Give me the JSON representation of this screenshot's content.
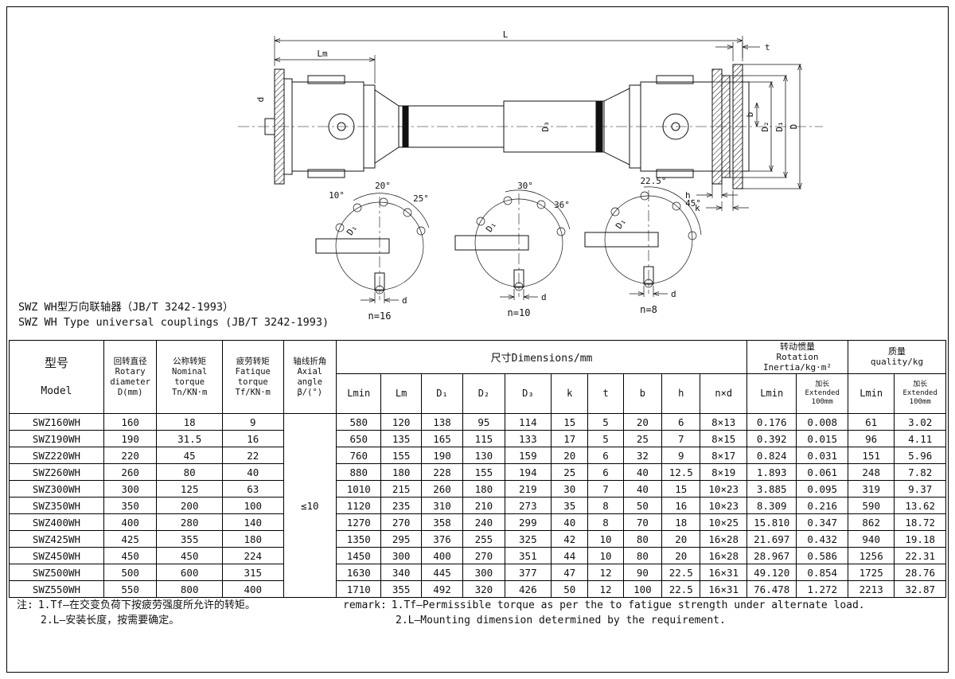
{
  "page": {
    "title_cn": "SWZ WH型万向联轴器（JB/T 3242-1993）",
    "title_en": "SWZ WH Type universal couplings (JB/T 3242-1993)"
  },
  "drawing": {
    "dims": {
      "L": "L",
      "Lm": "Lm",
      "t": "t",
      "b": "b",
      "h": "h",
      "k": "k",
      "d": "d",
      "D": "D",
      "D1": "D₁",
      "D2": "D₂",
      "D3": "D₃"
    },
    "views": [
      {
        "caption": "n=16",
        "angles": [
          "10°",
          "20°",
          "25°"
        ],
        "dia_label": "D₁",
        "hole_label": "d"
      },
      {
        "caption": "n=10",
        "angles": [
          "30°",
          "36°"
        ],
        "dia_label": "D₁",
        "hole_label": "d"
      },
      {
        "caption": "n=8",
        "angles": [
          "22.5°",
          "45°"
        ],
        "dia_label": "D₁",
        "hole_label": "d"
      }
    ]
  },
  "table": {
    "headers": {
      "model_cn": "型号",
      "model_en": "Model",
      "rotary": "回转直径\nRotary\ndiameter\nD(mm)",
      "nominal": "公称转矩\nNominal\ntorque\nTn/KN·m",
      "fatigue": "疲劳转矩\nFatique\ntorque\nTf/KN·m",
      "axial": "轴线折角\nAxial angle\nβ/(°)",
      "dims_group": "尺寸Dimensions/mm",
      "inertia_group": "转动惯量\nRotation Inertia/kg·m²",
      "quality_group": "质量\nquality/kg"
    },
    "dim_subs": [
      "Lmin",
      "Lm",
      "D₁",
      "D₂",
      "D₃",
      "k",
      "t",
      "b",
      "h",
      "n×d"
    ],
    "sub_lmin": "Lmin",
    "sub_extended": "加长\nExtended\n100mm",
    "beta_value": "≤10",
    "rows": [
      [
        "SWZ160WH",
        "160",
        "18",
        "9",
        "580",
        "120",
        "138",
        "95",
        "114",
        "15",
        "5",
        "20",
        "6",
        "8×13",
        "0.176",
        "0.008",
        "61",
        "3.02"
      ],
      [
        "SWZ190WH",
        "190",
        "31.5",
        "16",
        "650",
        "135",
        "165",
        "115",
        "133",
        "17",
        "5",
        "25",
        "7",
        "8×15",
        "0.392",
        "0.015",
        "96",
        "4.11"
      ],
      [
        "SWZ220WH",
        "220",
        "45",
        "22",
        "760",
        "155",
        "190",
        "130",
        "159",
        "20",
        "6",
        "32",
        "9",
        "8×17",
        "0.824",
        "0.031",
        "151",
        "5.96"
      ],
      [
        "SWZ260WH",
        "260",
        "80",
        "40",
        "880",
        "180",
        "228",
        "155",
        "194",
        "25",
        "6",
        "40",
        "12.5",
        "8×19",
        "1.893",
        "0.061",
        "248",
        "7.82"
      ],
      [
        "SWZ300WH",
        "300",
        "125",
        "63",
        "1010",
        "215",
        "260",
        "180",
        "219",
        "30",
        "7",
        "40",
        "15",
        "10×23",
        "3.885",
        "0.095",
        "319",
        "9.37"
      ],
      [
        "SWZ350WH",
        "350",
        "200",
        "100",
        "1120",
        "235",
        "310",
        "210",
        "273",
        "35",
        "8",
        "50",
        "16",
        "10×23",
        "8.309",
        "0.216",
        "590",
        "13.62"
      ],
      [
        "SWZ400WH",
        "400",
        "280",
        "140",
        "1270",
        "270",
        "358",
        "240",
        "299",
        "40",
        "8",
        "70",
        "18",
        "10×25",
        "15.810",
        "0.347",
        "862",
        "18.72"
      ],
      [
        "SWZ425WH",
        "425",
        "355",
        "180",
        "1350",
        "295",
        "376",
        "255",
        "325",
        "42",
        "10",
        "80",
        "20",
        "16×28",
        "21.697",
        "0.432",
        "940",
        "19.18"
      ],
      [
        "SWZ450WH",
        "450",
        "450",
        "224",
        "1450",
        "300",
        "400",
        "270",
        "351",
        "44",
        "10",
        "80",
        "20",
        "16×28",
        "28.967",
        "0.586",
        "1256",
        "22.31"
      ],
      [
        "SWZ500WH",
        "500",
        "600",
        "315",
        "1630",
        "340",
        "445",
        "300",
        "377",
        "47",
        "12",
        "90",
        "22.5",
        "16×31",
        "49.120",
        "0.854",
        "1725",
        "28.76"
      ],
      [
        "SWZ550WH",
        "550",
        "800",
        "400",
        "1710",
        "355",
        "492",
        "320",
        "426",
        "50",
        "12",
        "100",
        "22.5",
        "16×31",
        "76.478",
        "1.272",
        "2213",
        "32.87"
      ]
    ]
  },
  "notes": {
    "cn_label": "注:",
    "cn_line1": "1.Tf—在交变负荷下按疲劳强度所允许的转矩。",
    "cn_line2": "2.L—安装长度，按需要确定。",
    "en_label": "remark:",
    "en_line1": "1.Tf—Permissible torque as per the to fatigue strength under alternate load.",
    "en_line2": "2.L—Mounting dimension determined by the requirement."
  }
}
